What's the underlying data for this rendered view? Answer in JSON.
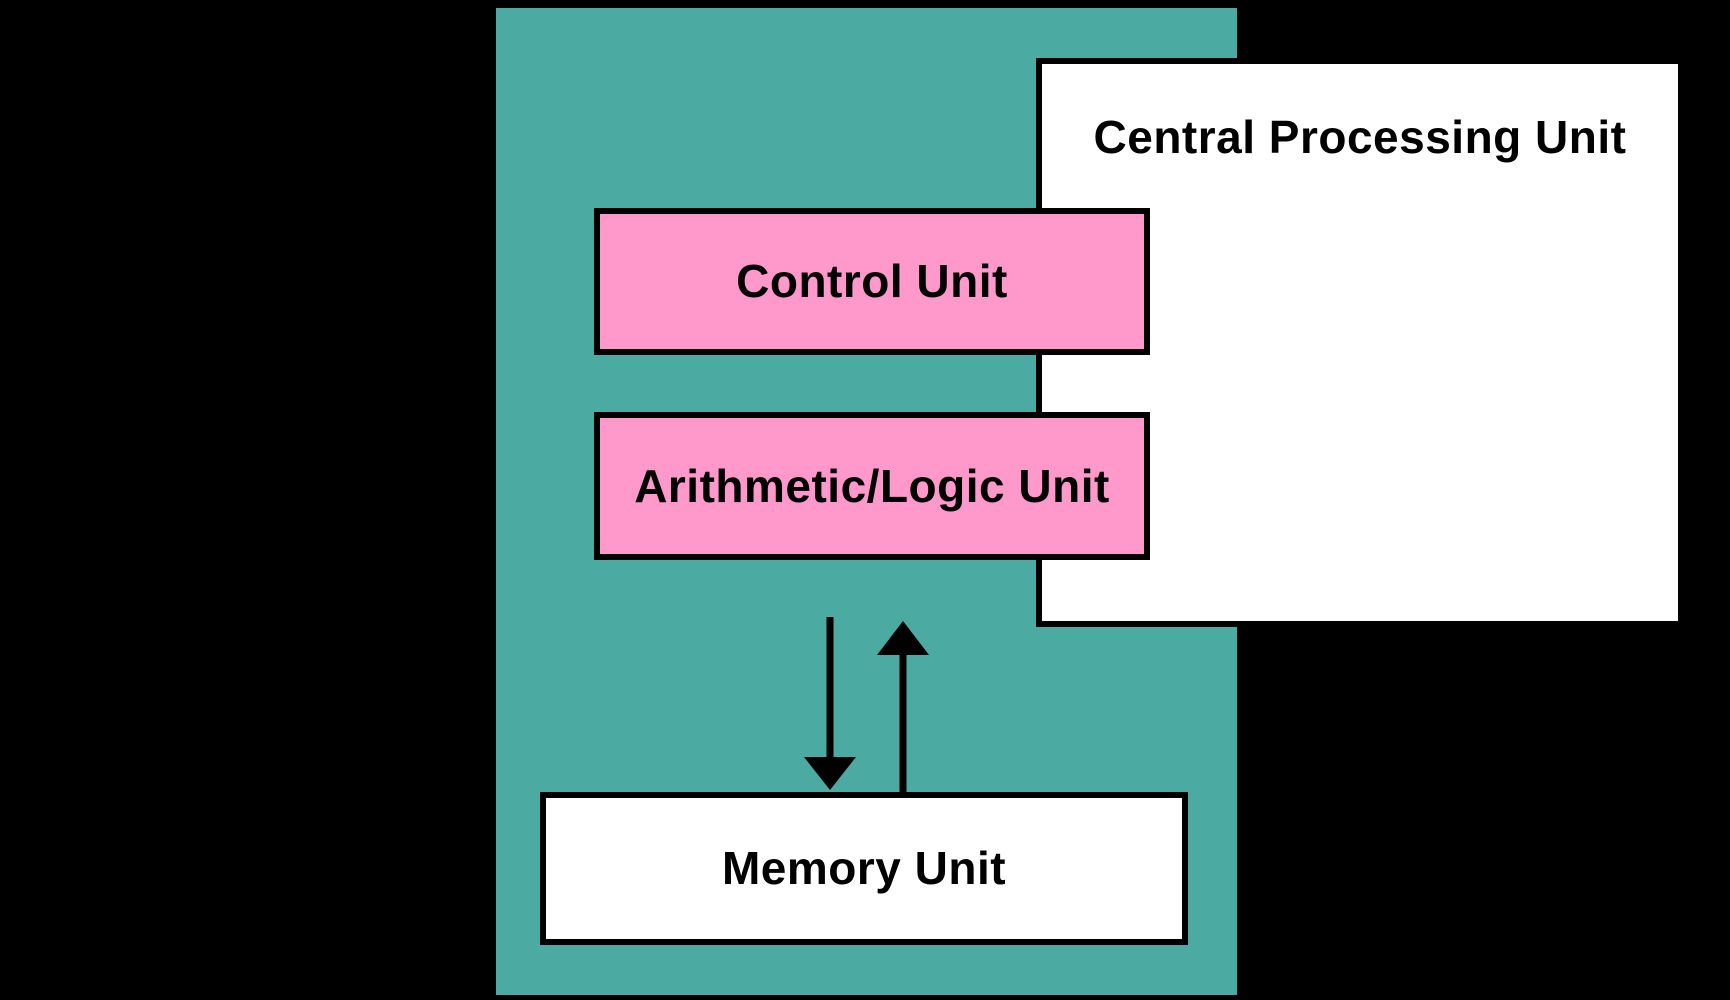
{
  "diagram": {
    "title": "Central Processing Unit",
    "nodes": [
      {
        "id": "control-unit",
        "label": "Control Unit",
        "fill": "#FF99CC"
      },
      {
        "id": "arithmetic-logic-unit",
        "label": "Arithmetic/Logic Unit",
        "fill": "#FF99CC"
      },
      {
        "id": "memory-unit",
        "label": "Memory Unit",
        "fill": "#FFFFFF"
      }
    ],
    "edges": [
      {
        "from": "central-processing-unit",
        "to": "memory-unit",
        "direction": "down"
      },
      {
        "from": "memory-unit",
        "to": "central-processing-unit",
        "direction": "up"
      }
    ]
  },
  "colors": {
    "background": "#000000",
    "panel": "#4BAAA2",
    "node_pink": "#FF99CC",
    "node_white": "#FFFFFF",
    "border": "#000000",
    "text": "#000000",
    "arrow": "#000000"
  }
}
